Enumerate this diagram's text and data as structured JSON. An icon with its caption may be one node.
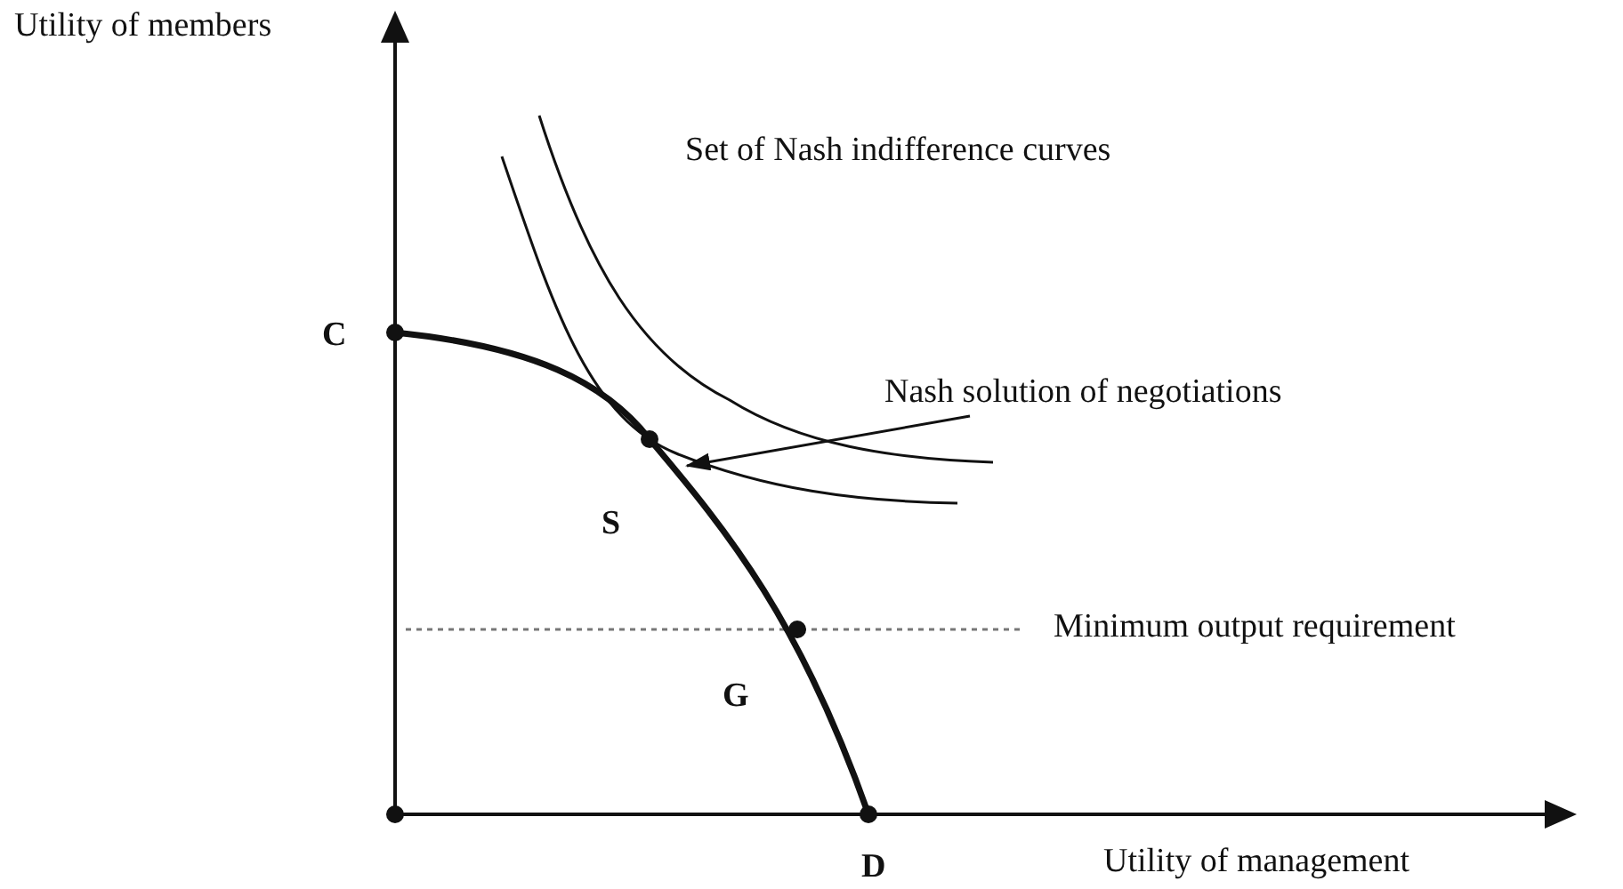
{
  "diagram": {
    "nodes": [
      {
        "text": [
          "Nash solution of negotiations"
        ]
      },
      {
        "text": [],
        "shape": "curve"
      }
    ],
    "edges": [
      {
        "from": 0,
        "to": 1,
        "arrow": "to"
      }
    ],
    "labels": [
      "Utility of members",
      "Set of Nash indifference curves",
      "C",
      "S",
      "Minimum output requirement",
      "G",
      "D",
      "Utility of management"
    ]
  }
}
